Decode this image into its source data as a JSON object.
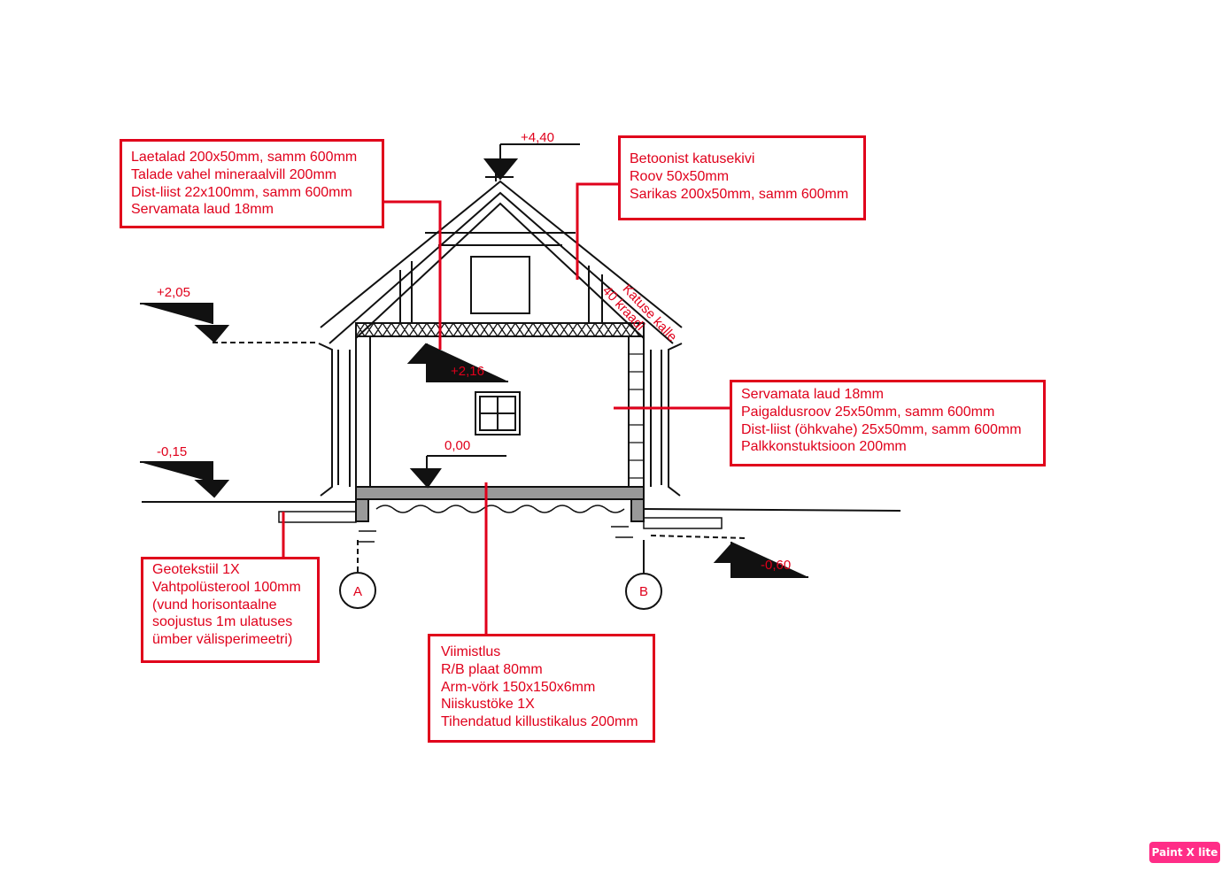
{
  "levels": {
    "ridge": "+4,40",
    "eave": "+2,05",
    "ceiling": "+2,16",
    "floor": "0,00",
    "ground": "-0,15",
    "foundation": "-0,60"
  },
  "roof_pitch": {
    "line1": "Katuse kalle",
    "line2": "40 kraadi"
  },
  "axes": {
    "a": "A",
    "b": "B"
  },
  "callouts": {
    "ceiling": [
      "Laetalad 200x50mm, samm 600mm",
      "Talade vahel mineraalvill 200mm",
      "Dist-liist 22x100mm, samm 600mm",
      "Servamata laud 18mm"
    ],
    "roof": [
      "Betoonist katusekivi",
      "Roov 50x50mm",
      "Sarikas 200x50mm, samm 600mm"
    ],
    "wall": [
      "Servamata laud 18mm",
      "Paigaldusroov 25x50mm, samm 600mm",
      "Dist-liist (öhkvahe) 25x50mm, samm 600mm",
      "Palkkonstuktsioon 200mm"
    ],
    "insulation": [
      "Geotekstiil 1X",
      "Vahtpolüsterool 100mm",
      "(vund horisontaalne",
      "soojustus 1m ulatuses",
      "ümber välisperimeetri)"
    ],
    "floor": [
      "Viimistlus",
      "R/B plaat 80mm",
      "Arm-vörk 150x150x6mm",
      "Niiskustöke 1X",
      "Tihendatud killustikalus 200mm"
    ]
  },
  "watermark": "Paint X lite",
  "colors": {
    "annotation": "#e0001b",
    "badge": "#ff2d87"
  }
}
